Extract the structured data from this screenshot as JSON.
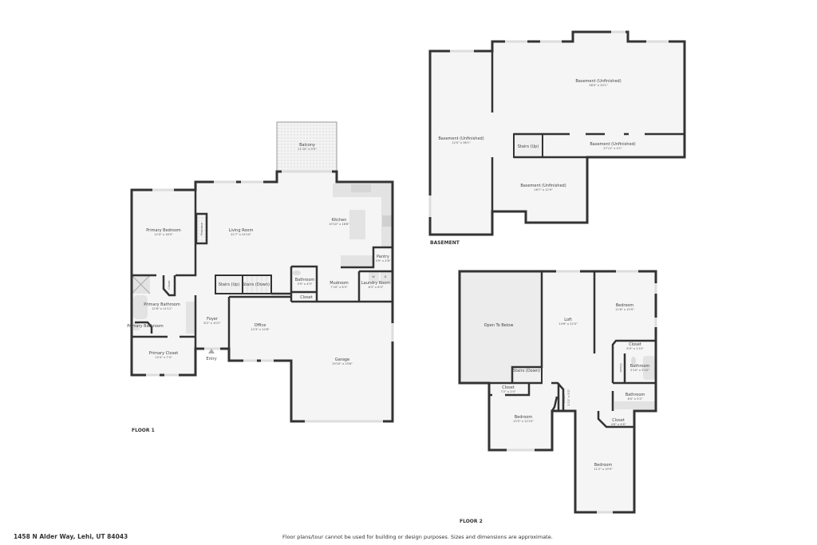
{
  "address": "1458 N Alder Way, Lehi, UT 84043",
  "disclaimer": "Floor plans/tour cannot be used for building or design purposes. Sizes and dimensions are approximate.",
  "floor1": {
    "title": "FLOOR 1",
    "rooms": {
      "balcony": {
        "name": "Balcony",
        "dims": "11'10\" x 9'9\""
      },
      "primary_bedroom": {
        "name": "Primary Bedroom",
        "dims": "12'4\" x 16'5\""
      },
      "fireplace": {
        "name": "Fireplace"
      },
      "living_room": {
        "name": "Living Room",
        "dims": "22'7\" x 24'10\""
      },
      "kitchen": {
        "name": "Kitchen",
        "dims": "19'10\" x 18'8\""
      },
      "pantry": {
        "name": "Pantry",
        "dims": "3'9\" x 2'8\""
      },
      "closet_a": {
        "name": "Closet"
      },
      "stairs_up": {
        "name": "Stairs (Up)"
      },
      "stairs_down": {
        "name": "Stairs (Down)"
      },
      "bathroom": {
        "name": "Bathroom",
        "dims": "5'9\" x 4'9\""
      },
      "mudroom": {
        "name": "Mudroom",
        "dims": "7'10\" x 6'3\""
      },
      "laundry": {
        "name": "Laundry Room",
        "dims": "6'3\" x 6'3\""
      },
      "closet_b": {
        "name": "Closet"
      },
      "primary_bathroom": {
        "name": "Primary Bathroom",
        "dims": "12'6\" x 11'11\""
      },
      "primary_bathroom_wc": {
        "name": "Primary Bathroom"
      },
      "foyer": {
        "name": "Foyer",
        "dims": "6'2\" x 10'2\""
      },
      "office": {
        "name": "Office",
        "dims": "12'3\" x 12'8\""
      },
      "primary_closet": {
        "name": "Primary Closet",
        "dims": "12'4\" x 7'4\""
      },
      "entry": {
        "name": "Entry"
      },
      "garage": {
        "name": "Garage",
        "dims": "19'10\" x 23'6\""
      }
    },
    "appliances": {
      "washer": "W",
      "dryer": "D"
    }
  },
  "basement": {
    "title": "BASEMENT",
    "rooms": {
      "main": {
        "name": "Basement (Unfinished)",
        "dims": "38'0\" x 20'1\""
      },
      "west": {
        "name": "Basement (Unfinished)",
        "dims": "12'0\" x 36'1\""
      },
      "corridor": {
        "name": "Basement (Unfinished)",
        "dims": "27'11\" x 4'1\""
      },
      "south": {
        "name": "Basement (Unfinished)",
        "dims": "18'7\" x 12'9\""
      },
      "stairs": {
        "name": "Stairs (Up)"
      }
    }
  },
  "floor2": {
    "title": "FLOOR 2",
    "rooms": {
      "open": {
        "name": "Open To Below"
      },
      "loft": {
        "name": "Loft",
        "dims": "14'6\" x 22'0\""
      },
      "bedroom_ne": {
        "name": "Bedroom",
        "dims": "11'8\" x 15'9\""
      },
      "closet_ne": {
        "name": "Closet",
        "dims": "8'0\" x 1'10\""
      },
      "closet_v": {
        "name": "Closet"
      },
      "bathroom_a": {
        "name": "Bathroom",
        "dims": "5'10\" x 5'10\""
      },
      "bathroom_b": {
        "name": "Bathroom",
        "dims": "8'0\" x 5'2\""
      },
      "stairs": {
        "name": "Stairs (Down)"
      },
      "closet_w": {
        "name": "Closet",
        "dims": "7'2\" x 2'0\""
      },
      "bedroom_w": {
        "name": "Bedroom",
        "dims": "13'5\" x 12'10\""
      },
      "closet_mid": {
        "name": "Closet",
        "dims": "2'11\" x 5'2\""
      },
      "closet_s": {
        "name": "Closet",
        "dims": "4'8\" x 4'6\""
      },
      "bedroom_s": {
        "name": "Bedroom",
        "dims": "11'2\" x 19'9\""
      }
    }
  }
}
